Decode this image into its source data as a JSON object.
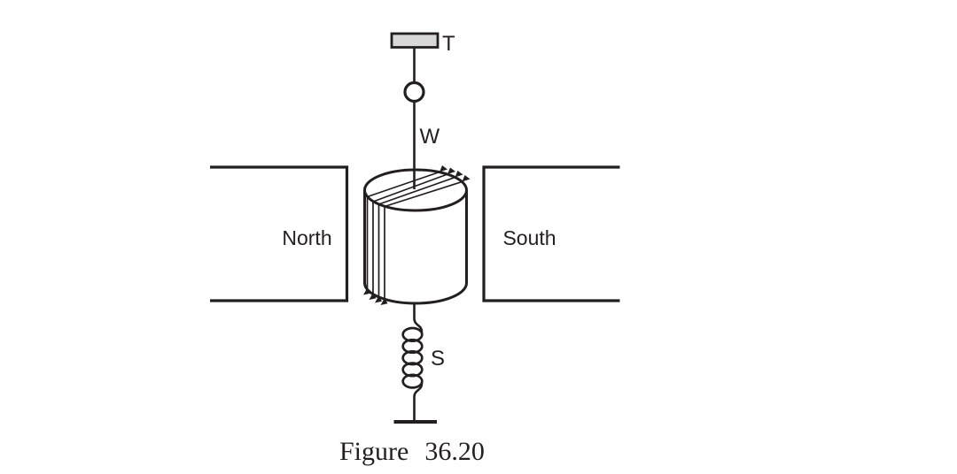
{
  "figure": {
    "caption": {
      "word": "Figure",
      "number": "36.20"
    },
    "labels": {
      "torsion_head": "T",
      "suspension_wire": "W",
      "spring": "S",
      "north_pole": "North",
      "south_pole": "South"
    },
    "colors": {
      "stroke": "#231f20",
      "head_fill": "#d8d8d8",
      "background": "#ffffff"
    }
  }
}
